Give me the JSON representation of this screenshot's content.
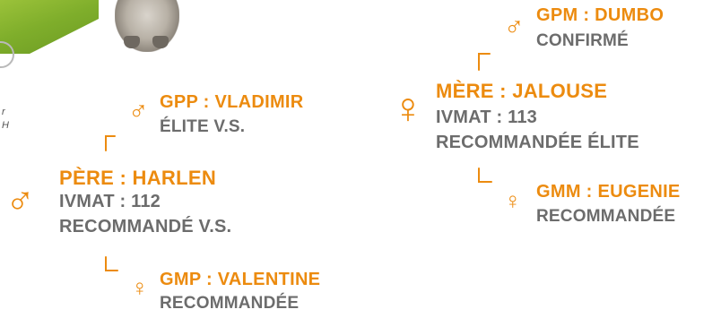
{
  "photos": {
    "meadow_alt": "meadow",
    "donkey_alt": "donkey"
  },
  "side_text": [
    "r",
    "H"
  ],
  "father": {
    "title": "PÈRE : HARLEN",
    "ivmat": "IVMAT : 112",
    "grade": "RECOMMANDÉ V.S."
  },
  "gpp": {
    "title": "GPP : VLADIMIR",
    "grade": "ÉLITE V.S."
  },
  "gmp": {
    "title": "GMP : VALENTINE",
    "grade": "RECOMMANDÉE"
  },
  "mother": {
    "title": "MÈRE : JALOUSE",
    "ivmat": "IVMAT : 113",
    "grade": "RECOMMANDÉE ÉLITE"
  },
  "gpm": {
    "title": "GPM : DUMBO",
    "grade": "CONFIRMÉ"
  },
  "gmm": {
    "title": "GMM : EUGENIE",
    "grade": "RECOMMANDÉE"
  },
  "colors": {
    "accent": "#ec8b0f",
    "text": "#6c6c6c"
  },
  "icons": {
    "male": "male-symbol",
    "female": "female-symbol"
  }
}
